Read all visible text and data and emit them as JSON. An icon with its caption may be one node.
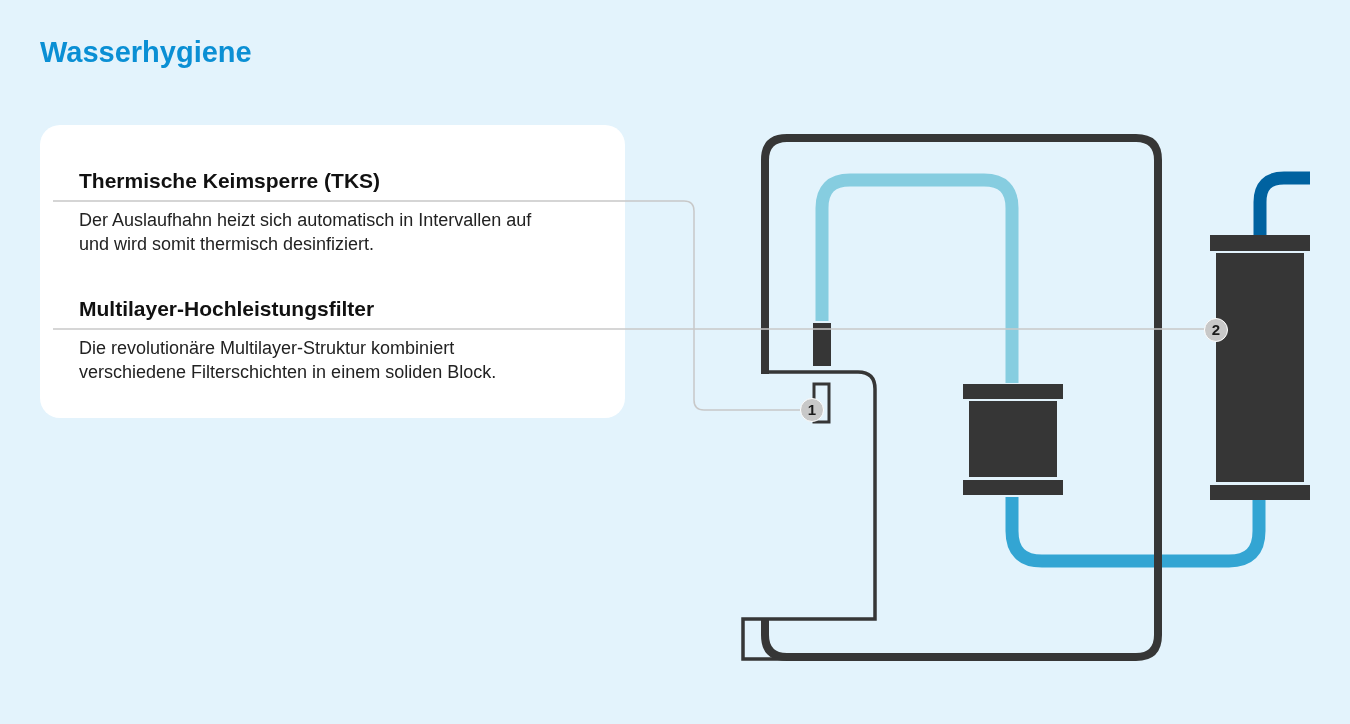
{
  "diagram": {
    "title": "Wasserhygiene",
    "nodes": [
      {
        "text": [],
        "shape": "box"
      },
      {
        "text": [
          "Thermische Keimsperre (TKS)",
          "Der Auslaufhahn heizt sich automatisch in Intervallen auf und wird somit thermisch desinfiziert."
        ],
        "in": 0
      },
      {
        "text": [
          "Multilayer-Hochleistungsfilter",
          "Die revolutionäre Multilayer-Struktur kombiniert verschiedene Filterschichten in einem soliden Block."
        ],
        "in": 0
      },
      {
        "text": [
          "1"
        ]
      },
      {
        "text": [
          "2"
        ]
      }
    ],
    "edges": [
      {
        "from": 1,
        "to": 3,
        "arrow": "none"
      },
      {
        "from": 2,
        "to": 4,
        "arrow": "none"
      }
    ]
  }
}
